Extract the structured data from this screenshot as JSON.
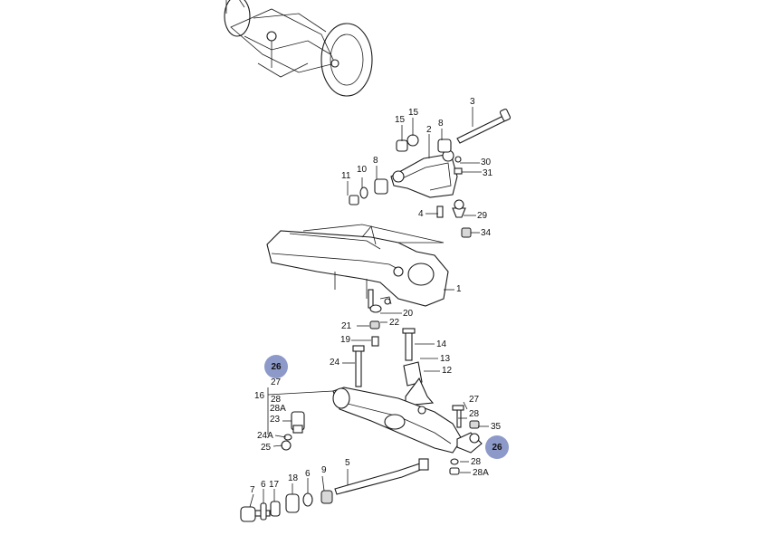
{
  "diagram": {
    "labels": {
      "p1": "1",
      "p2": "2",
      "p3": "3",
      "p4": "4",
      "p5": "5",
      "p6a": "6",
      "p6b": "6",
      "p7": "7",
      "p8a": "8",
      "p8b": "8",
      "p9": "9",
      "p10": "10",
      "p11": "11",
      "p12": "12",
      "p13": "13",
      "p14": "14",
      "p15a": "15",
      "p15b": "15",
      "p16": "16",
      "p17": "17",
      "p18": "18",
      "p19": "19",
      "p20": "20",
      "p21": "21",
      "p22": "22",
      "p23": "23",
      "p24": "24",
      "p24A": "24A",
      "p25": "25",
      "p27a": "27",
      "p27b": "27",
      "p28a": "28",
      "p28b": "28",
      "p28c": "28",
      "p28Aa": "28A",
      "p28Ab": "28A",
      "p29": "29",
      "p30": "30",
      "p31": "31",
      "p34": "34",
      "p35": "35"
    },
    "highlights": {
      "h26a": "26",
      "h26b": "26"
    },
    "colors": {
      "highlight": "#8c99c9",
      "ink": "#1a1a1a"
    }
  }
}
